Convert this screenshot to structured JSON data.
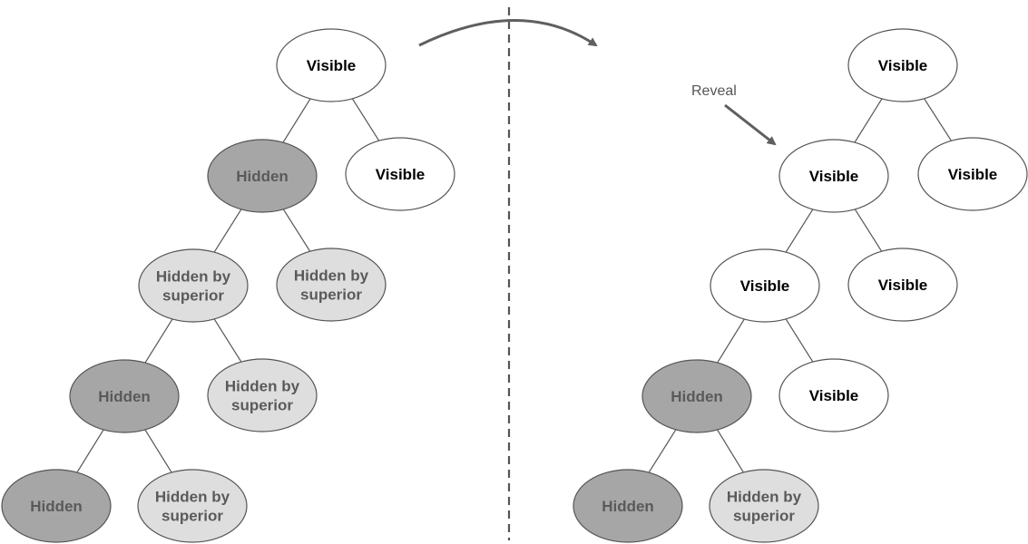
{
  "colors": {
    "visible_fill": "#ffffff",
    "visible_text": "#000000",
    "hidden_fill": "#a6a6a6",
    "hidden_text": "#5a5a5a",
    "superior_fill": "#dedede",
    "superior_text": "#5a5a5a",
    "stroke": "#555555",
    "arrow": "#5f5f5f",
    "divider": "#555555"
  },
  "before_tree": {
    "nodes": [
      {
        "id": "b1",
        "state": "visible",
        "lines": [
          "Visible"
        ]
      },
      {
        "id": "b2",
        "state": "hidden",
        "lines": [
          "Hidden"
        ]
      },
      {
        "id": "b3",
        "state": "visible",
        "lines": [
          "Visible"
        ]
      },
      {
        "id": "b4",
        "state": "superior",
        "lines": [
          "Hidden by",
          "superior"
        ]
      },
      {
        "id": "b5",
        "state": "superior",
        "lines": [
          "Hidden by",
          "superior"
        ]
      },
      {
        "id": "b6",
        "state": "hidden",
        "lines": [
          "Hidden"
        ]
      },
      {
        "id": "b7",
        "state": "superior",
        "lines": [
          "Hidden by",
          "superior"
        ]
      },
      {
        "id": "b8",
        "state": "hidden",
        "lines": [
          "Hidden"
        ]
      },
      {
        "id": "b9",
        "state": "superior",
        "lines": [
          "Hidden by",
          "superior"
        ]
      }
    ],
    "edges": [
      [
        "b1",
        "b2"
      ],
      [
        "b1",
        "b3"
      ],
      [
        "b2",
        "b4"
      ],
      [
        "b2",
        "b5"
      ],
      [
        "b4",
        "b6"
      ],
      [
        "b4",
        "b7"
      ],
      [
        "b6",
        "b8"
      ],
      [
        "b6",
        "b9"
      ]
    ]
  },
  "after_tree": {
    "nodes": [
      {
        "id": "a1",
        "state": "visible",
        "lines": [
          "Visible"
        ]
      },
      {
        "id": "a2",
        "state": "visible",
        "lines": [
          "Visible"
        ]
      },
      {
        "id": "a3",
        "state": "visible",
        "lines": [
          "Visible"
        ]
      },
      {
        "id": "a4",
        "state": "visible",
        "lines": [
          "Visible"
        ]
      },
      {
        "id": "a5",
        "state": "visible",
        "lines": [
          "Visible"
        ]
      },
      {
        "id": "a6",
        "state": "hidden",
        "lines": [
          "Hidden"
        ]
      },
      {
        "id": "a7",
        "state": "visible",
        "lines": [
          "Visible"
        ]
      },
      {
        "id": "a8",
        "state": "hidden",
        "lines": [
          "Hidden"
        ]
      },
      {
        "id": "a9",
        "state": "superior",
        "lines": [
          "Hidden by",
          "superior"
        ]
      }
    ],
    "edges": [
      [
        "a1",
        "a2"
      ],
      [
        "a1",
        "a3"
      ],
      [
        "a2",
        "a4"
      ],
      [
        "a2",
        "a5"
      ],
      [
        "a4",
        "a6"
      ],
      [
        "a4",
        "a7"
      ],
      [
        "a6",
        "a8"
      ],
      [
        "a6",
        "a9"
      ]
    ]
  },
  "annotation": {
    "label": "Reveal"
  }
}
